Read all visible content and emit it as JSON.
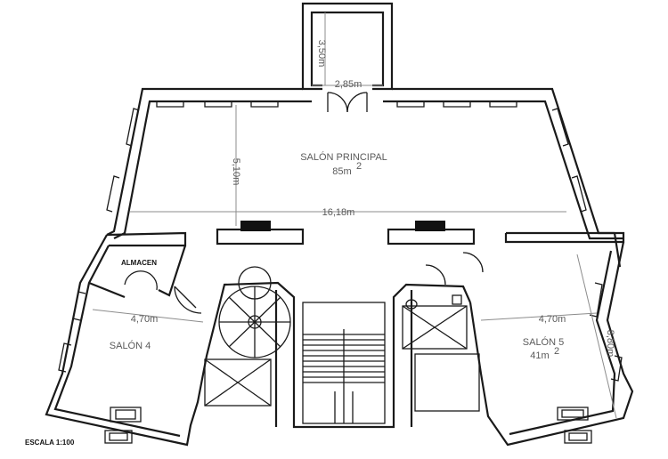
{
  "rooms": {
    "salon_principal": {
      "name": "SALÓN PRINCIPAL",
      "area": "85m",
      "area_sup": "2"
    },
    "salon4": {
      "name": "SALÓN 4"
    },
    "salon5": {
      "name": "SALÓN 5",
      "area": "41m",
      "area_sup": "2"
    },
    "almacen": {
      "name": "ALMACEN"
    }
  },
  "dimensions": {
    "entry_depth": "3,50m",
    "entry_width": "2,85m",
    "principal_depth": "5,10m",
    "principal_width": "16,18m",
    "salon4_width": "4,70m",
    "salon5_width": "4,70m",
    "salon5_depth": "8,80m"
  },
  "scale": "ESCALA 1:100",
  "colors": {
    "wall": "#1a1a1a",
    "dimension": "#8c8c8c",
    "label": "#5a5a5a"
  }
}
